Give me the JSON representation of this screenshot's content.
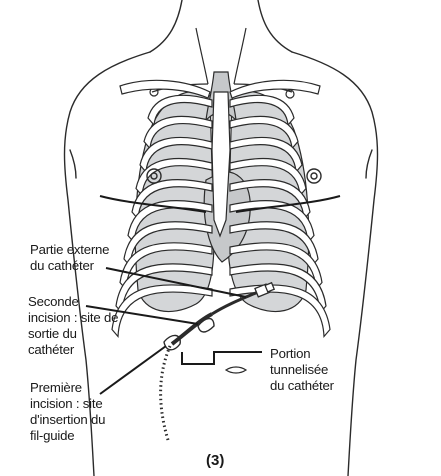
{
  "labels": {
    "external_part": "Partie externe\ndu cathéter",
    "second_incision": "Seconde\nincision : site de\nsortie du\ncathéter",
    "first_incision": "Première\nincision : site\nd'insertion du\nfil-guide",
    "tunneled_portion": "Portion\ntunnelisée\ndu cathéter"
  },
  "figure_number": "(3)",
  "colors": {
    "line": "#2b2b2b",
    "organ_fill": "#d4d6d8",
    "bone_fill": "#ffffff"
  }
}
